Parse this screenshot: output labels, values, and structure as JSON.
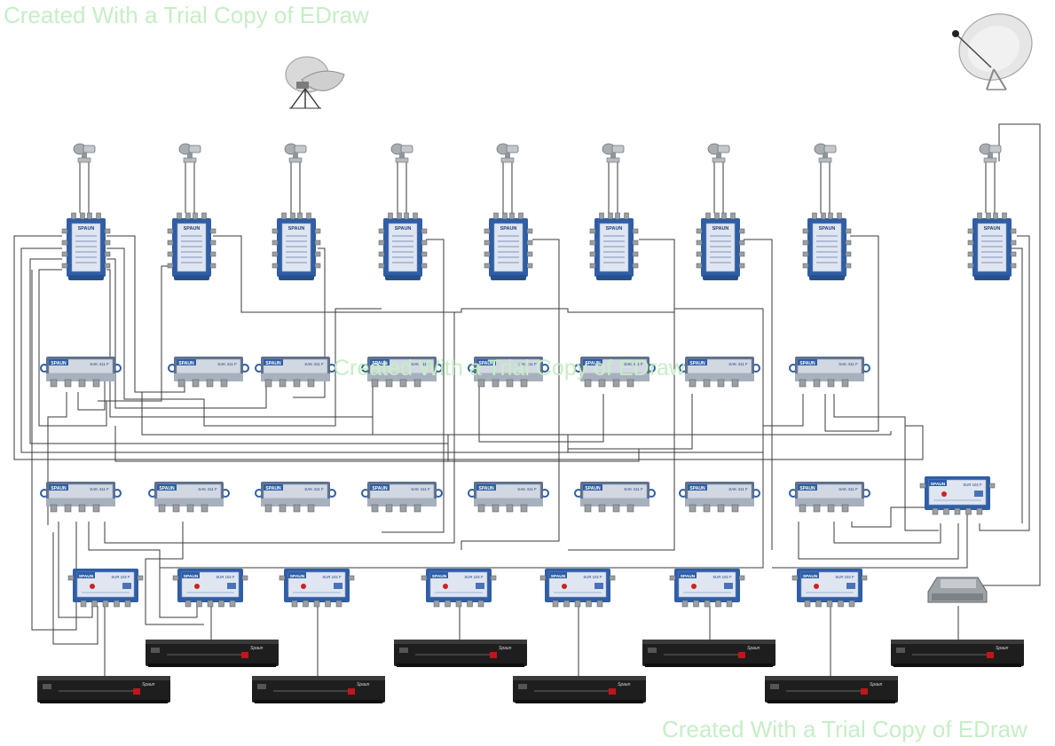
{
  "watermarks": {
    "top": "Created With a Trial Copy of EDraw",
    "middle": "Created With a Trial Copy of EDraw",
    "bottom": "Created With a Trial Copy of EDraw"
  },
  "labels": {
    "device_brand": "SPAUN",
    "splitter_model": "SAK 411 F",
    "switch_model": "SUR 102 F",
    "receiver_brand": "Spaun"
  },
  "colors": {
    "wire": "#3a3a3a",
    "device_blue": "#2f5ea6",
    "device_body": "#dfe6f2",
    "receiver_body": "#1e1e1e",
    "receiver_accent": "#c0161b",
    "watermark": "#c6eec6"
  },
  "icons": {
    "toroidal_antenna": "multifocus-satellite-dish-icon",
    "main_antenna": "satellite-dish-icon",
    "lnb": "lnb-icon",
    "multiswitch": "multiswitch-icon",
    "splitter": "splitter-icon",
    "diseqc_switch": "diseqc-switch-icon",
    "receiver": "satellite-receiver-icon",
    "amplifier": "line-amplifier-icon"
  }
}
